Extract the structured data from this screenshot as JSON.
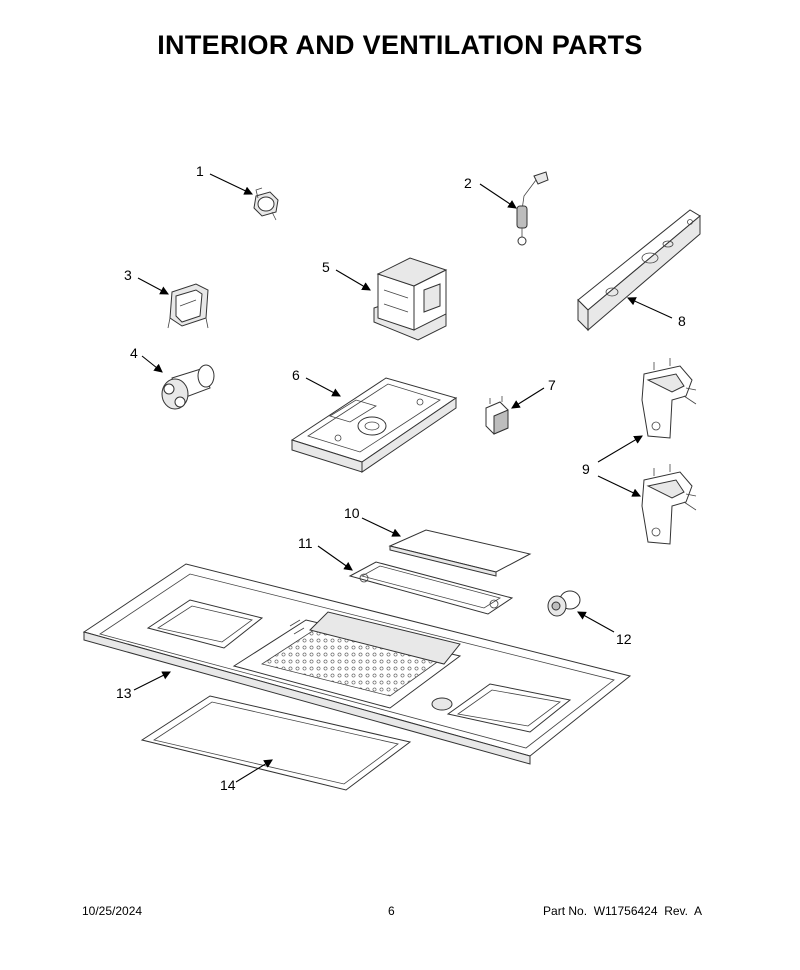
{
  "title": "INTERIOR AND VENTILATION PARTS",
  "callouts": [
    "1",
    "2",
    "3",
    "4",
    "5",
    "6",
    "7",
    "8",
    "9",
    "10",
    "11",
    "12",
    "13",
    "14"
  ],
  "footer": {
    "date": "10/25/2024",
    "page": "6",
    "part_no": "Part No.  W11756424  Rev.  A"
  }
}
